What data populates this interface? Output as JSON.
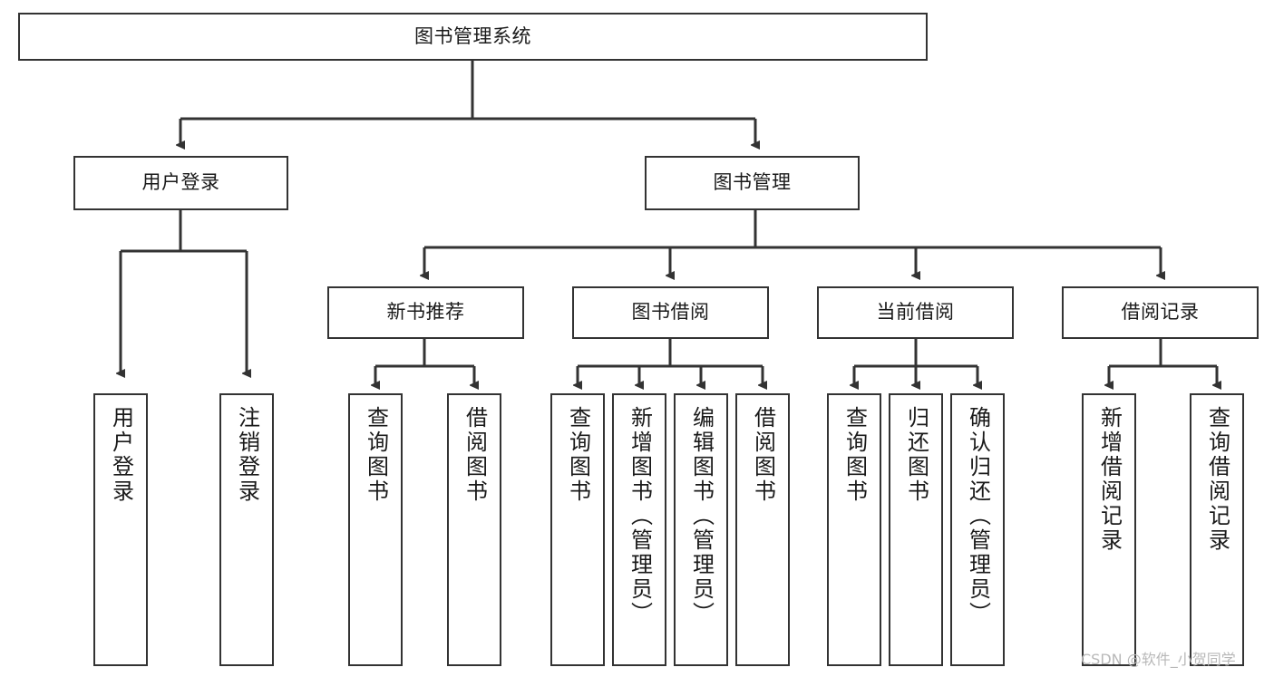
{
  "diagram": {
    "title": "图书管理系统",
    "watermark": "CSDN @软件_小贺同学",
    "edge_color": "#333333",
    "box_border_color": "#333333",
    "box_fill_color": "#ffffff",
    "text_color": "#1a1a1a",
    "watermark_color": "#b8b8b8"
  },
  "chart_data": {
    "type": "diagram",
    "title": "图书管理系统",
    "orientation": "top-down-tree",
    "levels": 4,
    "nodes": {
      "root": {
        "label": "图书管理系统",
        "level": 0
      },
      "l1_user_login": {
        "label": "用户登录",
        "level": 1
      },
      "l1_book_manage": {
        "label": "图书管理",
        "level": 1
      },
      "l2_new_book": {
        "label": "新书推荐",
        "level": 2
      },
      "l2_borrow": {
        "label": "图书借阅",
        "level": 2
      },
      "l2_current": {
        "label": "当前借阅",
        "level": 2
      },
      "l2_records": {
        "label": "借阅记录",
        "level": 2
      },
      "leaf_user_login": {
        "label": "用户登录",
        "level": 2
      },
      "leaf_logout": {
        "label": "注销登录",
        "level": 2
      },
      "leaf_query_book_a": {
        "label": "查询图书",
        "level": 3
      },
      "leaf_borrow_book_a": {
        "label": "借阅图书",
        "level": 3
      },
      "leaf_query_book_b": {
        "label": "查询图书",
        "level": 3
      },
      "leaf_add_book": {
        "label": "新增图书（管理员）",
        "level": 3
      },
      "leaf_edit_book": {
        "label": "编辑图书（管理员）",
        "level": 3
      },
      "leaf_borrow_book_b": {
        "label": "借阅图书",
        "level": 3
      },
      "leaf_query_book_c": {
        "label": "查询图书",
        "level": 3
      },
      "leaf_return_book": {
        "label": "归还图书",
        "level": 3
      },
      "leaf_confirm_return": {
        "label": "确认归还（管理员）",
        "level": 3
      },
      "leaf_add_record": {
        "label": "新增借阅记录",
        "level": 3
      },
      "leaf_query_record": {
        "label": "查询借阅记录",
        "level": 3
      }
    },
    "edges": [
      {
        "from": "root",
        "to": "l1_user_login"
      },
      {
        "from": "root",
        "to": "l1_book_manage"
      },
      {
        "from": "l1_user_login",
        "to": "leaf_user_login"
      },
      {
        "from": "l1_user_login",
        "to": "leaf_logout"
      },
      {
        "from": "l1_book_manage",
        "to": "l2_new_book"
      },
      {
        "from": "l1_book_manage",
        "to": "l2_borrow"
      },
      {
        "from": "l1_book_manage",
        "to": "l2_current"
      },
      {
        "from": "l1_book_manage",
        "to": "l2_records"
      },
      {
        "from": "l2_new_book",
        "to": "leaf_query_book_a"
      },
      {
        "from": "l2_new_book",
        "to": "leaf_borrow_book_a"
      },
      {
        "from": "l2_borrow",
        "to": "leaf_query_book_b"
      },
      {
        "from": "l2_borrow",
        "to": "leaf_add_book"
      },
      {
        "from": "l2_borrow",
        "to": "leaf_edit_book"
      },
      {
        "from": "l2_borrow",
        "to": "leaf_borrow_book_b"
      },
      {
        "from": "l2_current",
        "to": "leaf_query_book_c"
      },
      {
        "from": "l2_current",
        "to": "leaf_return_book"
      },
      {
        "from": "l2_current",
        "to": "leaf_confirm_return"
      },
      {
        "from": "l2_records",
        "to": "leaf_add_record"
      },
      {
        "from": "l2_records",
        "to": "leaf_query_record"
      }
    ]
  }
}
